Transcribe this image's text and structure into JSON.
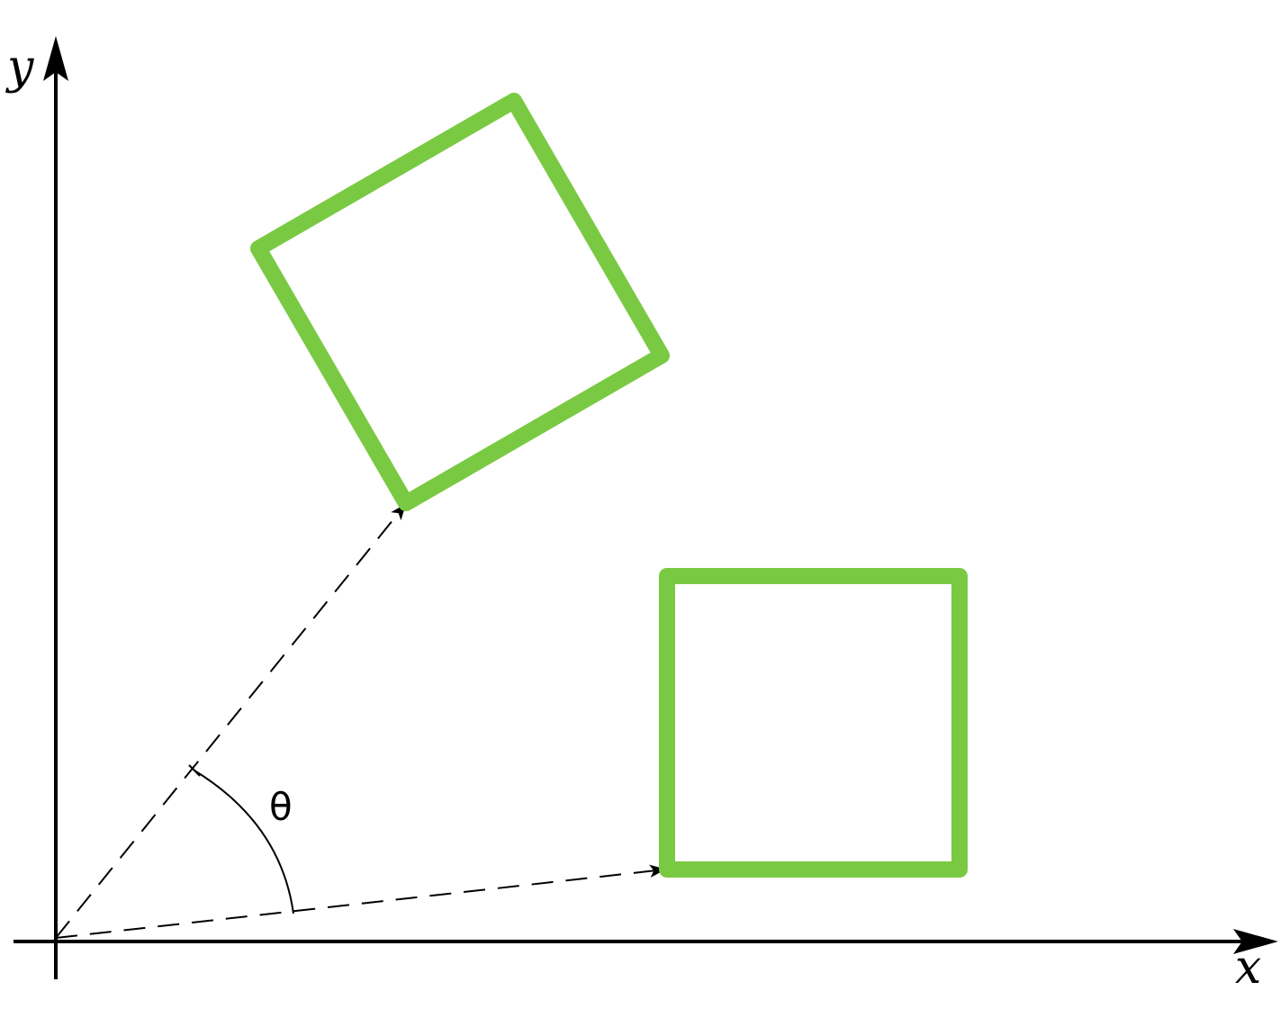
{
  "labels": {
    "x_axis": "x",
    "y_axis": "y",
    "angle": "θ"
  },
  "colors": {
    "square_stroke": "#7ac943",
    "axis": "#000000"
  }
}
